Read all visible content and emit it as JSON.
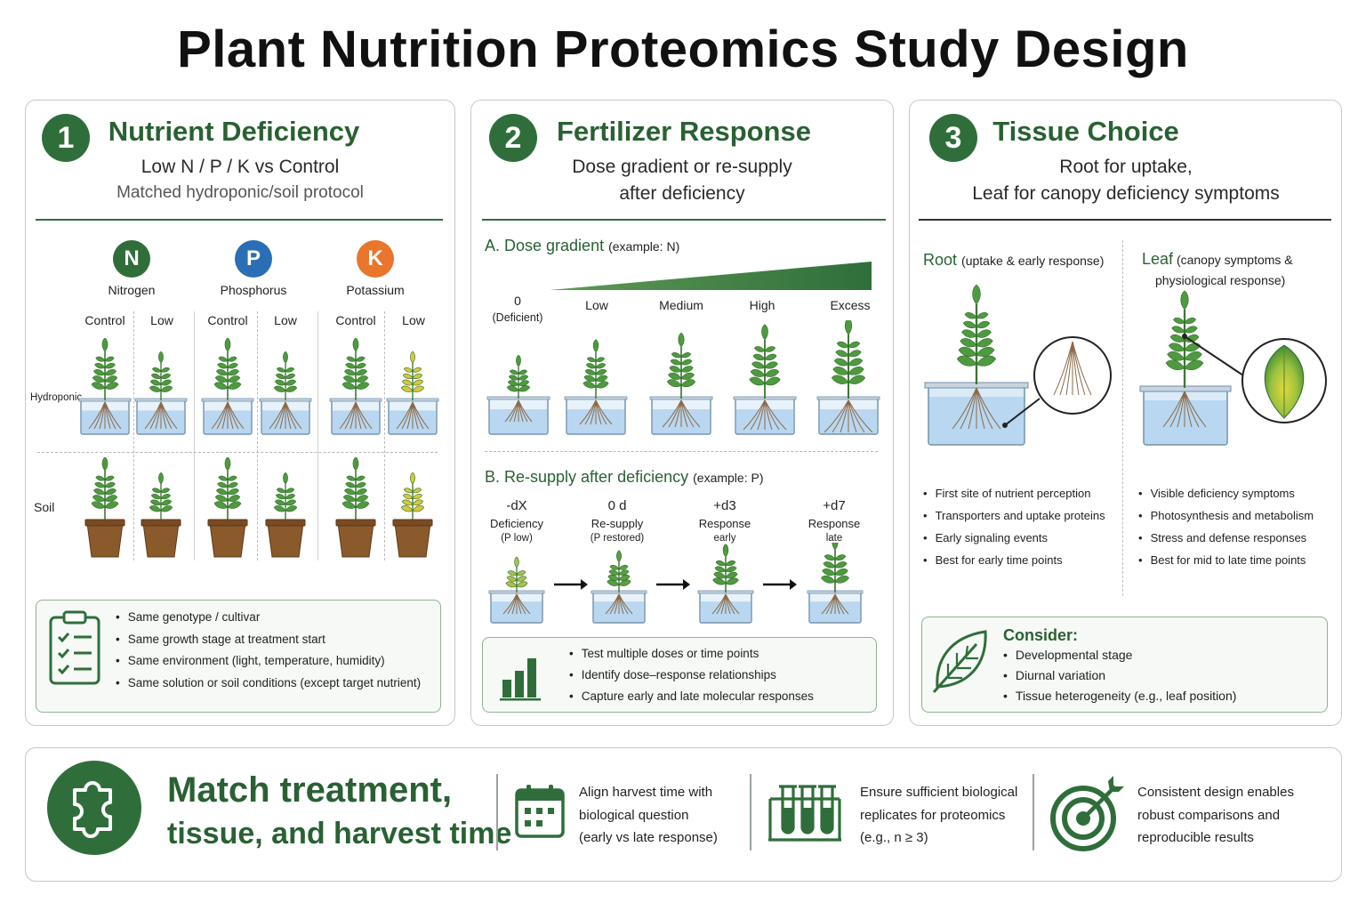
{
  "title": "Plant Nutrition Proteomics Study Design",
  "colors": {
    "accent": "#2f6e3b",
    "nitrogen": "#2f6e3b",
    "phosphorus": "#2a6fb5",
    "potassium": "#e8762c",
    "panel_border": "#c8c8c8",
    "box_fill": "#f6f9f5"
  },
  "panel1": {
    "number": "1",
    "heading": "Nutrient Deficiency",
    "subtitle": "Low N / P / K vs Control",
    "subtitle2": "Matched hydroponic/soil protocol",
    "nutrients": [
      {
        "symbol": "N",
        "name": "Nitrogen"
      },
      {
        "symbol": "P",
        "name": "Phosphorus"
      },
      {
        "symbol": "K",
        "name": "Potassium"
      }
    ],
    "col_labels": [
      "Control",
      "Low",
      "Control",
      "Low",
      "Control",
      "Low"
    ],
    "row_labels": [
      "Hydroponic",
      "Soil"
    ],
    "bullets": [
      "Same genotype / cultivar",
      "Same growth stage at treatment start",
      "Same environment (light, temperature, humidity)",
      "Same solution or soil conditions (except target nutrient)"
    ],
    "icon": "clipboard-checklist-icon"
  },
  "panel2": {
    "number": "2",
    "heading": "Fertilizer Response",
    "subtitle_l1": "Dose gradient or re-supply",
    "subtitle_l2": "after deficiency",
    "sectionA_title": "A. Dose gradient",
    "sectionA_example": "(example: N)",
    "dose_labels": [
      {
        "l1": "0",
        "l2": "(Deficient)"
      },
      {
        "l1": "Low",
        "l2": ""
      },
      {
        "l1": "Medium",
        "l2": ""
      },
      {
        "l1": "High",
        "l2": ""
      },
      {
        "l1": "Excess",
        "l2": ""
      }
    ],
    "sectionB_title": "B. Re-supply after deficiency",
    "sectionB_example": "(example: P)",
    "timepoints": [
      {
        "t": "-dX",
        "l1": "Deficiency",
        "l2": "(P low)"
      },
      {
        "t": "0 d",
        "l1": "Re-supply",
        "l2": "(P restored)"
      },
      {
        "t": "+d3",
        "l1": "Response",
        "l2": "early"
      },
      {
        "t": "+d7",
        "l1": "Response",
        "l2": "late"
      }
    ],
    "bullets": [
      "Test multiple doses or time points",
      "Identify dose–response relationships",
      "Capture early and late molecular responses"
    ],
    "icon": "bar-chart-icon"
  },
  "panel3": {
    "number": "3",
    "heading": "Tissue Choice",
    "subtitle_l1": "Root for uptake,",
    "subtitle_l2": "Leaf for canopy deficiency symptoms",
    "root_title": "Root",
    "root_desc": "(uptake & early response)",
    "leaf_title": "Leaf",
    "leaf_desc_l1": "(canopy symptoms &",
    "leaf_desc_l2": "physiological response)",
    "root_bullets": [
      "First site of nutrient perception",
      "Transporters and uptake proteins",
      "Early signaling events",
      "Best for early time points"
    ],
    "leaf_bullets": [
      "Visible deficiency symptoms",
      "Photosynthesis and metabolism",
      "Stress and defense responses",
      "Best for mid to late time points"
    ],
    "consider_title": "Consider:",
    "consider_bullets": [
      "Developmental stage",
      "Diurnal variation",
      "Tissue heterogeneity (e.g., leaf position)"
    ],
    "icon": "leaf-icon"
  },
  "bottom": {
    "headline_l1": "Match treatment,",
    "headline_l2": "tissue, and harvest time",
    "items": [
      {
        "icon": "calendar-icon",
        "l1": "Align harvest time with",
        "l2": "biological question",
        "l3": "(early vs late response)"
      },
      {
        "icon": "test-tubes-icon",
        "l1": "Ensure sufficient biological",
        "l2": "replicates for proteomics",
        "l3": "(e.g., n ≥ 3)"
      },
      {
        "icon": "target-icon",
        "l1": "Consistent design enables",
        "l2": "robust comparisons and",
        "l3": "reproducible results"
      }
    ],
    "icon": "puzzle-icon"
  }
}
